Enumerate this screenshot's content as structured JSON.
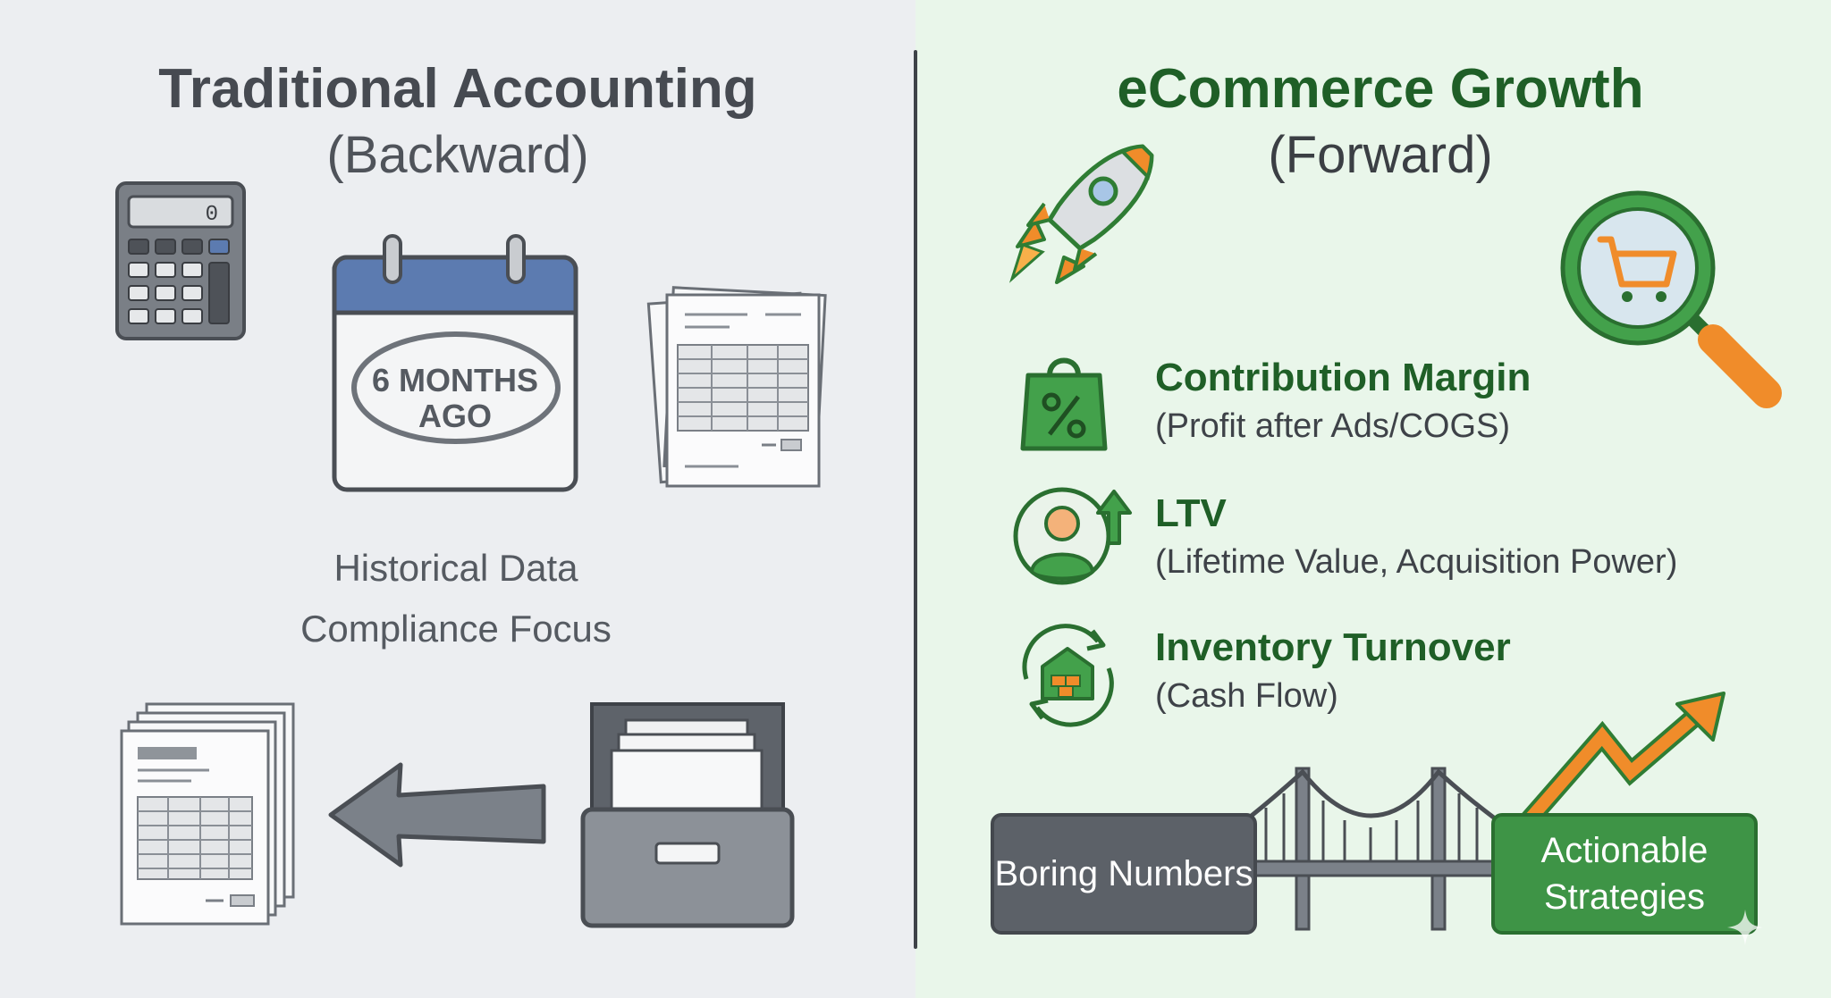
{
  "left": {
    "title": "Traditional Accounting",
    "subtitle": "(Backward)",
    "calendar_label": "6 MONTHS AGO",
    "calculator_display": "0",
    "labels": [
      "Historical Data",
      "Compliance Focus"
    ]
  },
  "right": {
    "title": "eCommerce Growth",
    "subtitle": "(Forward)",
    "metrics": [
      {
        "title": "Contribution Margin",
        "subtitle": "(Profit after Ads/COGS)",
        "icon": "shopping-bag-percent-icon"
      },
      {
        "title": "LTV",
        "subtitle": "(Lifetime Value, Acquisition Power)",
        "icon": "customer-growth-icon"
      },
      {
        "title": "Inventory Turnover",
        "subtitle": "(Cash Flow)",
        "icon": "warehouse-cycle-icon"
      }
    ],
    "bridge": {
      "from_label": "Boring Numbers",
      "to_label": "Actionable Strategies"
    }
  },
  "colors": {
    "left_bg": "#eceef1",
    "right_bg": "#e9f6ea",
    "accent_green": "#2f7d34",
    "accent_orange": "#f08c2a",
    "gray_dark": "#5c6168",
    "calendar_blue": "#5c7bb0"
  }
}
